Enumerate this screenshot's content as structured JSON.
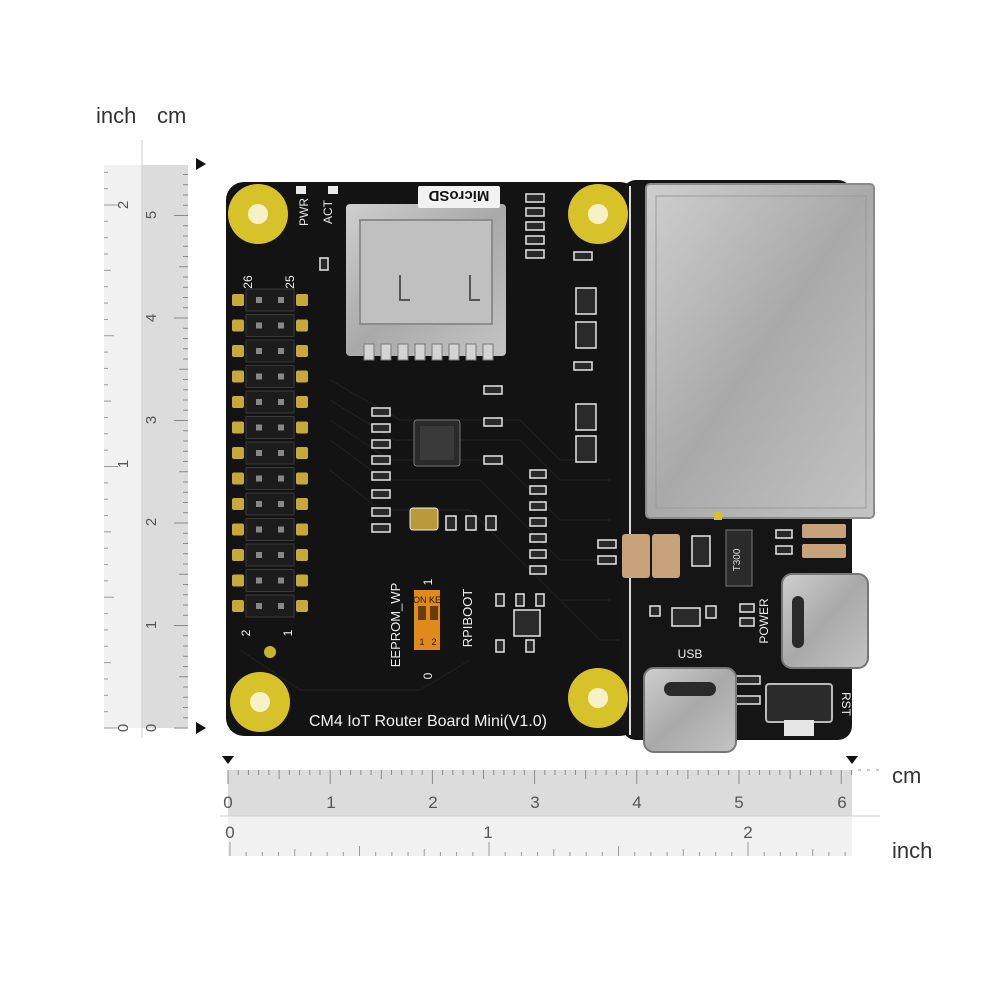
{
  "rulers": {
    "vertical": {
      "unit_labels": [
        "inch",
        "cm"
      ],
      "inch_ticks": [
        "0",
        "1",
        "2"
      ],
      "cm_ticks": [
        "0",
        "1",
        "2",
        "3",
        "4",
        "5"
      ]
    },
    "horizontal": {
      "unit_labels": [
        "cm",
        "inch"
      ],
      "cm_ticks": [
        "0",
        "1",
        "2",
        "3",
        "4",
        "5",
        "6"
      ],
      "inch_ticks": [
        "0",
        "1",
        "2"
      ]
    }
  },
  "board": {
    "title": "CM4 IoT Router Board Mini(V1.0)",
    "microsd_label": "MicroSD",
    "led_labels": [
      "PWR",
      "ACT"
    ],
    "gpio_pin_labels": [
      "26",
      "25",
      "2",
      "1"
    ],
    "eeprom_label": "EEPROM_WP",
    "rpiboot_label": "RPIBOOT",
    "switch_on_label": "ON KE",
    "switch_numbers": [
      "1",
      "2"
    ],
    "switch_edge_labels": [
      "1",
      "0"
    ],
    "usb_label": "USB",
    "power_label": "POWER",
    "rst_label": "RST",
    "inductor_label": "T300",
    "colors": {
      "pcb": "#121212",
      "pads": "#d8c22a",
      "metal": "#b4b4b4",
      "switch": "#e08a1c"
    }
  }
}
